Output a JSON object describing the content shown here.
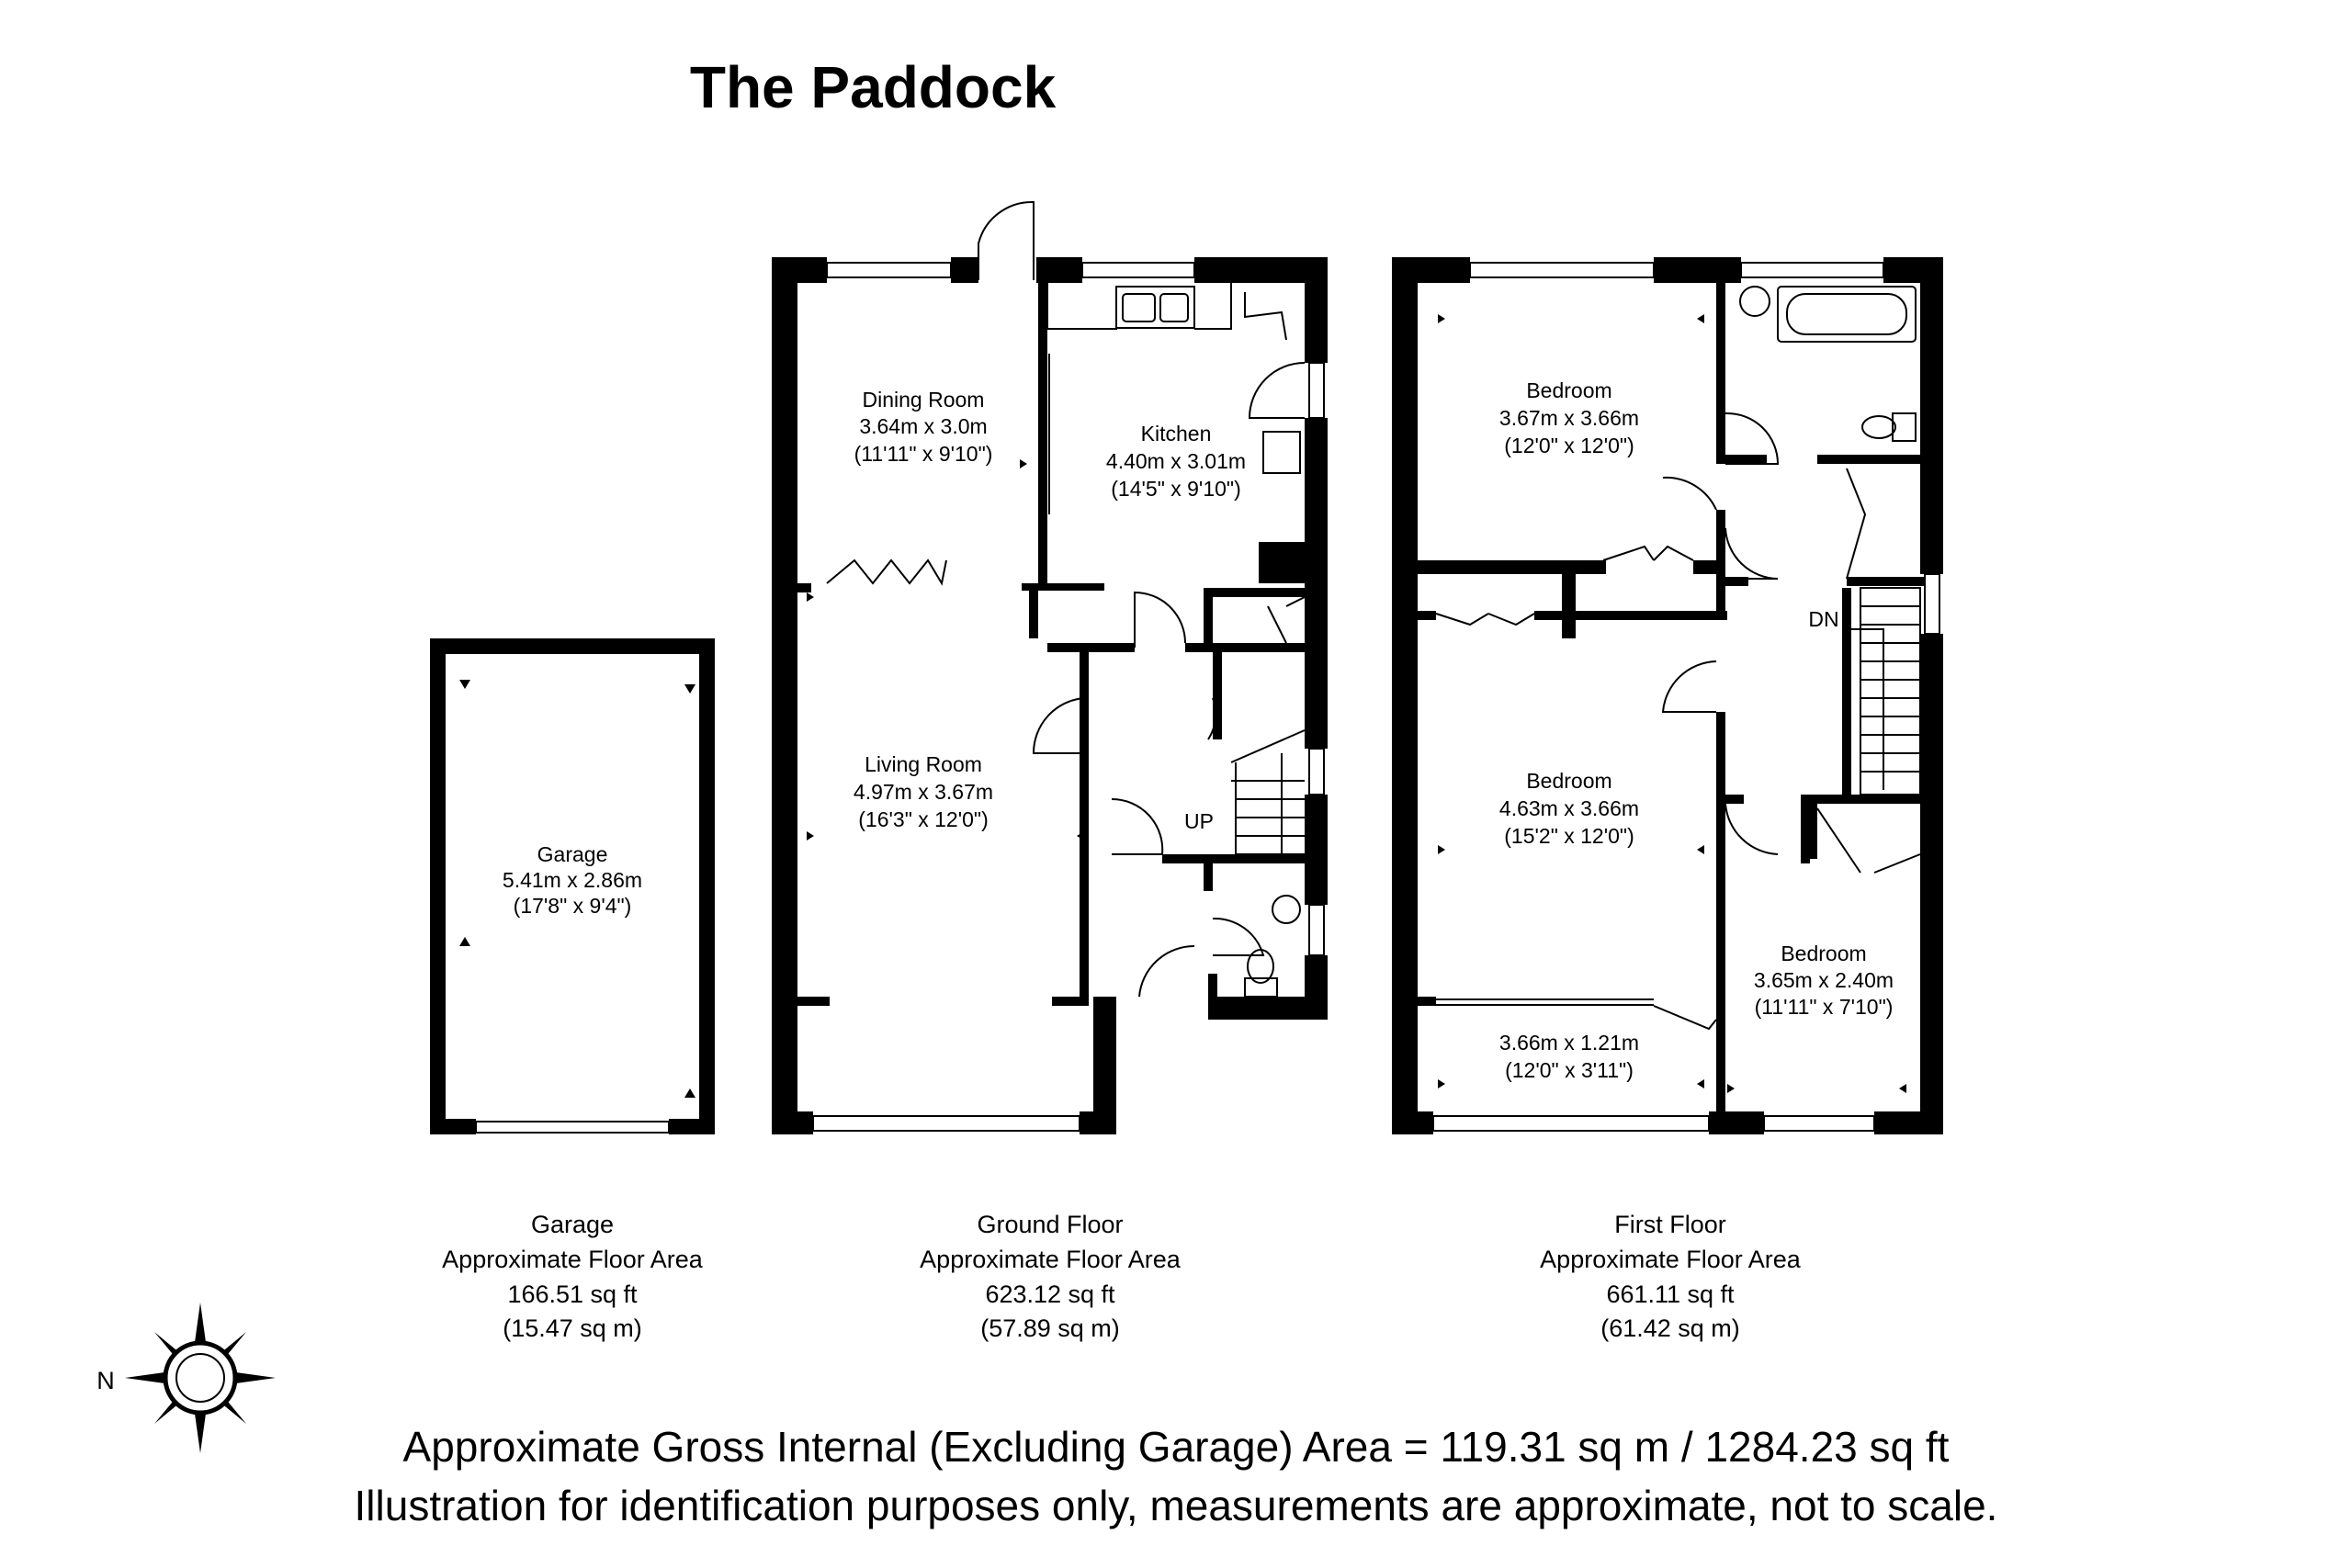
{
  "title": "The Paddock",
  "rooms": {
    "garage": {
      "name": "Garage",
      "dims": "5.41m x 2.86m",
      "imperial": "(17'8\" x 9'4\")"
    },
    "dining": {
      "name": "Dining Room",
      "dims": "3.64m x 3.0m",
      "imperial": "(11'11\" x 9'10\")"
    },
    "kitchen": {
      "name": "Kitchen",
      "dims": "4.40m x 3.01m",
      "imperial": "(14'5\" x 9'10\")"
    },
    "living": {
      "name": "Living Room",
      "dims": "4.97m x 3.67m",
      "imperial": "(16'3\" x 12'0\")"
    },
    "bedroom1": {
      "name": "Bedroom",
      "dims": "3.67m x 3.66m",
      "imperial": "(12'0\" x 12'0\")"
    },
    "bedroom2": {
      "name": "Bedroom",
      "dims": "4.63m x 3.66m",
      "imperial": "(15'2\" x 12'0\")"
    },
    "bedroom3": {
      "name": "Bedroom",
      "dims": "3.65m x 2.40m",
      "imperial": "(11'11\" x 7'10\")"
    },
    "landing_room": {
      "dims": "3.66m x 1.21m",
      "imperial": "(12'0\" x 3'11\")"
    }
  },
  "labels": {
    "up": "UP",
    "down": "DN",
    "north": "N"
  },
  "areas": {
    "garage": {
      "line1": "Garage",
      "line2": "Approximate Floor Area",
      "sqft": "166.51 sq ft",
      "sqm": "(15.47 sq m)"
    },
    "ground": {
      "line1": "Ground Floor",
      "line2": "Approximate Floor Area",
      "sqft": "623.12 sq ft",
      "sqm": "(57.89 sq m)"
    },
    "first": {
      "line1": "First Floor",
      "line2": "Approximate Floor Area",
      "sqft": "661.11 sq ft",
      "sqm": "(61.42 sq m)"
    }
  },
  "footer": {
    "gross": "Approximate Gross Internal (Excluding Garage) Area = 119.31 sq m / 1284.23 sq ft",
    "disclaimer": "Illustration for identification purposes only, measurements are approximate, not to scale."
  },
  "colors": {
    "wall": "#000000",
    "background": "#ffffff",
    "fixture": "#555555"
  }
}
